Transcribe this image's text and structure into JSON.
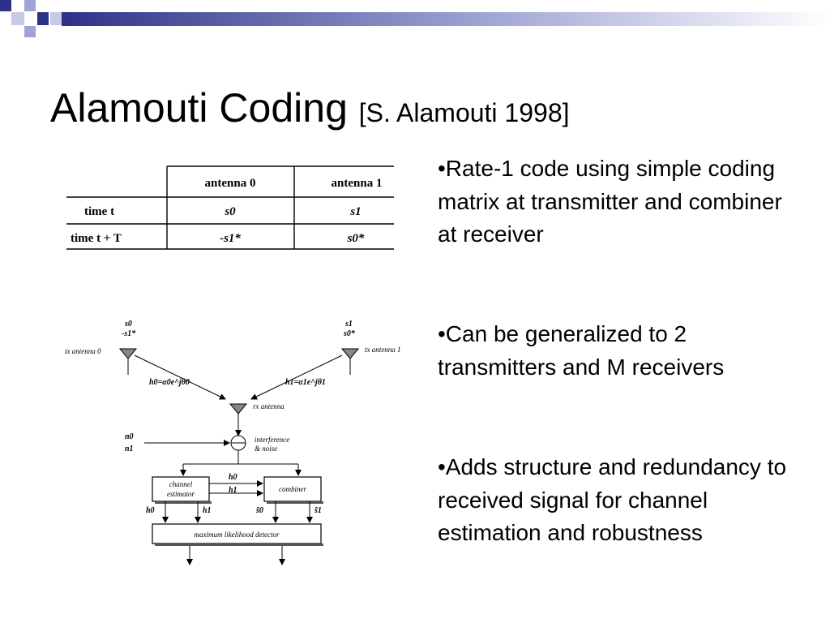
{
  "slide": {
    "title": "Alamouti Coding",
    "citation": "[S. Alamouti 1998]",
    "bullets": [
      "•Rate-1 code using simple coding matrix at transmitter and combiner at receiver",
      "•Can be generalized to 2 transmitters and M receivers",
      "•Adds structure and redundancy to received signal for channel estimation and robustness"
    ]
  },
  "table": {
    "headers": [
      "antenna 0",
      "antenna 1"
    ],
    "rows": [
      {
        "label": "time t",
        "a0": "s0",
        "a1": "s1"
      },
      {
        "label": "time t + T",
        "a0": "-s1*",
        "a1": "s0*"
      }
    ]
  },
  "diagram": {
    "tx0_label": "tx antenna 0",
    "tx1_label": "tx antenna 1",
    "tx0_signals": [
      "s0",
      "-s1*"
    ],
    "tx1_signals": [
      "s1",
      "s0*"
    ],
    "h0_label": "h0=α0e^jθ0",
    "h1_label": "h1=α1e^jθ1",
    "rx_label": "rx antenna",
    "noise_inputs": [
      "n0",
      "n1"
    ],
    "noise_label": [
      "interference",
      "& noise"
    ],
    "channel_estimator": [
      "channel",
      "estimator"
    ],
    "combiner": "combiner",
    "h_mid": [
      "h0",
      "h1"
    ],
    "est_outputs": [
      "h0",
      "h1"
    ],
    "comb_outputs": [
      "s̃0",
      "s̃1"
    ],
    "mld": "maximum likelihood detector"
  },
  "colors": {
    "bar_light": "#d5d8ee",
    "bar_dark": "#3b3f8f",
    "square_mid": "#8a8fc8"
  }
}
